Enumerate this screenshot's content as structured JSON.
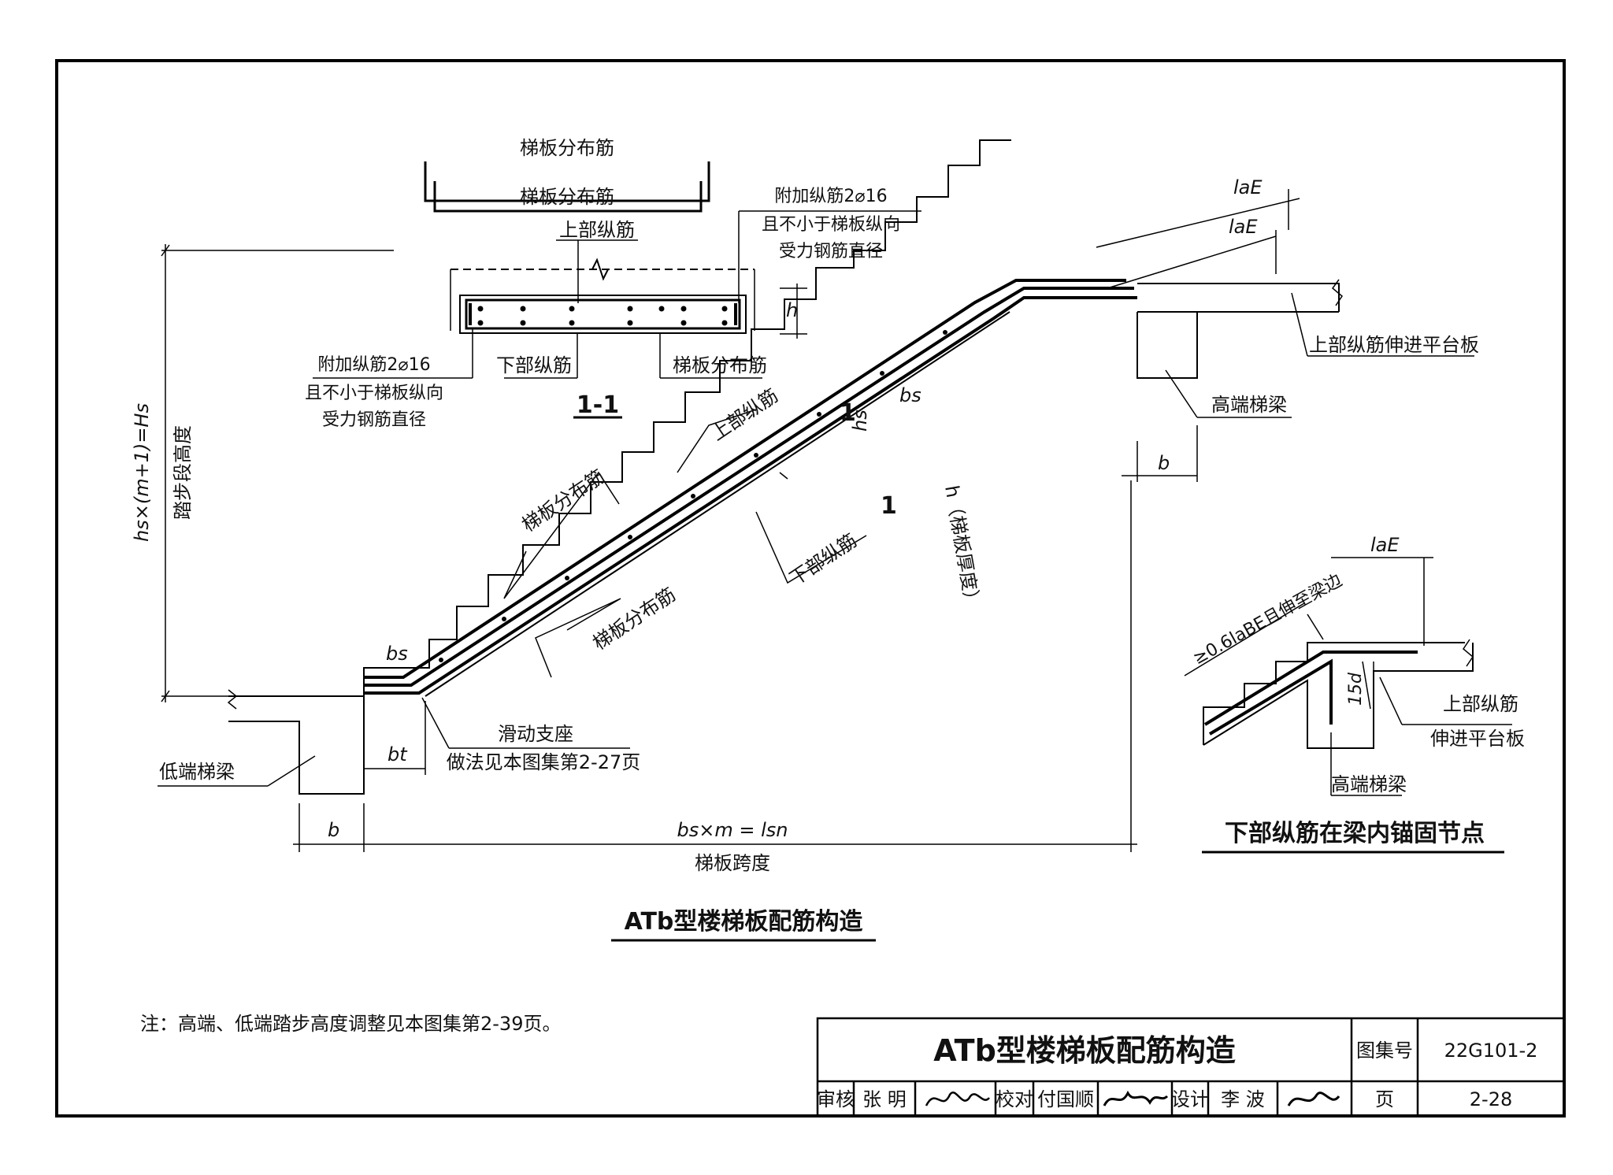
{
  "section_1_1": {
    "title": "1-1",
    "dist_bar_top": "梯板分布筋",
    "dist_bar_inner": "梯板分布筋",
    "upper_long_bar": "上部纵筋",
    "extra_bar_right": [
      "附加纵筋2⌀16",
      "且不小于梯板纵向",
      "受力钢筋直径"
    ],
    "extra_bar_left": [
      "附加纵筋2⌀16",
      "且不小于梯板纵向",
      "受力钢筋直径"
    ],
    "lower_long_bar": "下部纵筋",
    "dist_bar_bottom": "梯板分布筋",
    "thickness": "h"
  },
  "main": {
    "title": "ATb型楼梯板配筋构造",
    "height_formula": "hs×(m+1)=Hs",
    "height_label": "踏步段高度",
    "la_e_1": "laE",
    "la_e_2": "laE",
    "upper_into_platform": "上部纵筋伸进平台板",
    "high_end_beam": "高端梯梁",
    "b_right": "b",
    "bs_top": "bs",
    "hs": "hs",
    "h_thickness": "h（梯板厚度）",
    "section_mark_1": "1",
    "section_mark_2": "1",
    "upper_long": "上部纵筋",
    "dist_upper": "梯板分布筋",
    "lower_long": "下部纵筋",
    "dist_lower": "梯板分布筋",
    "bs_bottom": "bs",
    "bt": "bt",
    "sliding_support": "滑动支座",
    "sliding_note": "做法见本图集第2-27页",
    "low_end_beam": "低端梯梁",
    "b_left": "b",
    "span_formula": "bs×m = lsn",
    "span_label": "梯板跨度"
  },
  "detail": {
    "title": "下部纵筋在梁内锚固节点",
    "la_e": "laE",
    "anchor_note": "≥0.6laBE且伸至梁边",
    "bend": "15d",
    "upper_long": [
      "上部纵筋",
      "伸进平台板"
    ],
    "high_end_beam": "高端梯梁"
  },
  "note": "注：高端、低端踏步高度调整见本图集第2-39页。",
  "title_block": {
    "drawing_title": "ATb型楼梯板配筋构造",
    "atlas_label": "图集号",
    "atlas_no": "22G101-2",
    "review_label": "审核",
    "reviewer": "张 明",
    "check_label": "校对",
    "checker": "付国顺",
    "design_label": "设计",
    "designer": "李 波",
    "page_label": "页",
    "page_no": "2-28"
  }
}
